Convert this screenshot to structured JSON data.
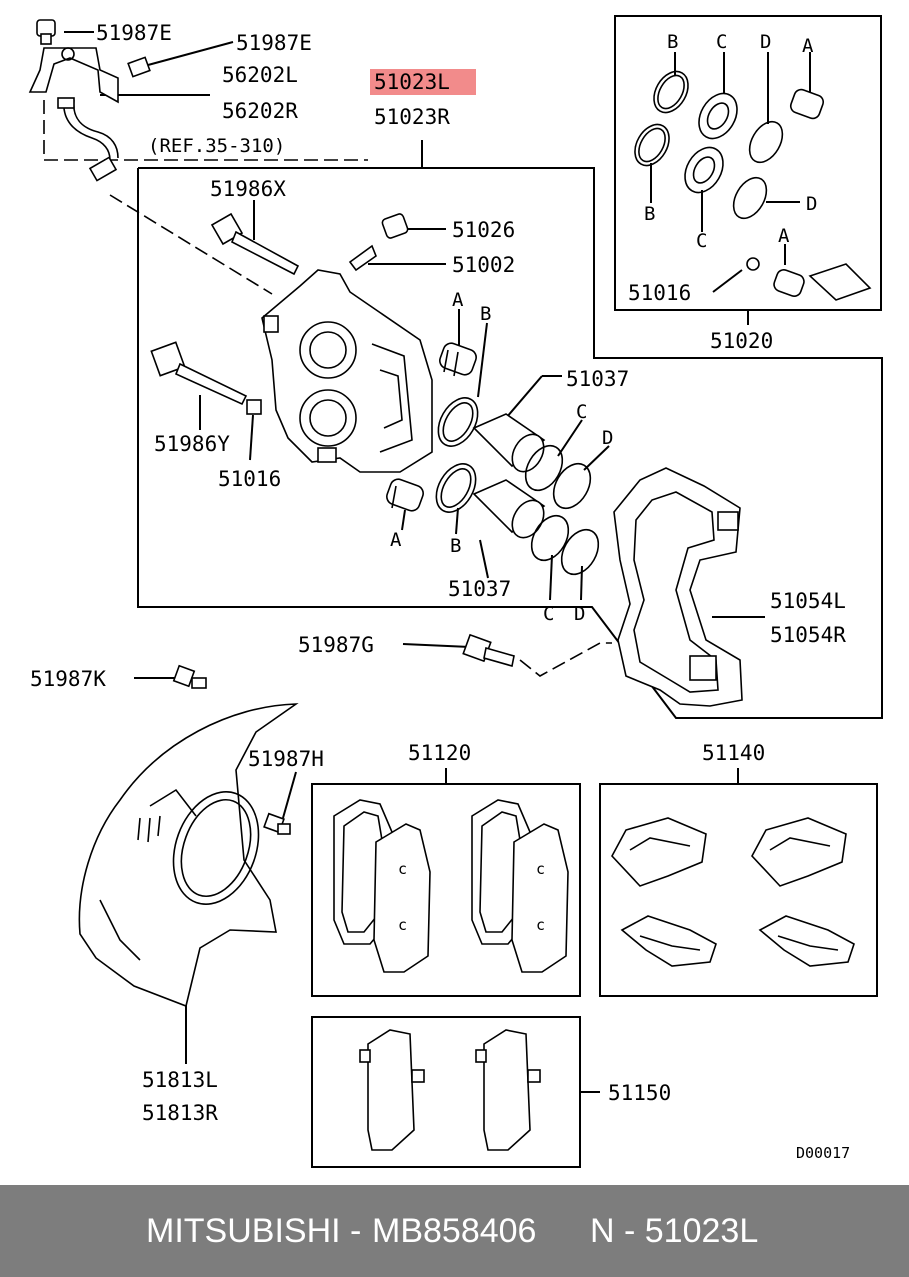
{
  "labels": {
    "p51987E_a": "51987E",
    "p51987E_b": "51987E",
    "p56202L": "56202L",
    "p56202R": "56202R",
    "p51023L": "51023L",
    "p51023R": "51023R",
    "ref": "(REF.35-310)",
    "p51986X": "51986X",
    "p51026": "51026",
    "p51002": "51002",
    "p51986Y": "51986Y",
    "p51016_main": "51016",
    "p51037_top": "51037",
    "p51037_bot": "51037",
    "p51054L": "51054L",
    "p51054R": "51054R",
    "p51987G": "51987G",
    "p51987K": "51987K",
    "p51987H": "51987H",
    "p51120": "51120",
    "p51140": "51140",
    "p51813L": "51813L",
    "p51813R": "51813R",
    "p51150": "51150",
    "p51020": "51020",
    "p51016_kit": "51016",
    "diagram_code": "D00017",
    "kit_A1": "A",
    "kit_B1": "B",
    "kit_C1": "C",
    "kit_D1": "D",
    "kit_B2": "B",
    "kit_D2": "D",
    "kit_C2": "C",
    "kit_A2": "A",
    "main_A1": "A",
    "main_B1": "B",
    "main_C1": "C",
    "main_D1": "D",
    "main_A2": "A",
    "main_B2": "B",
    "main_C2": "C",
    "main_D2": "D"
  },
  "highlight_color": "#f28b8b",
  "footer": {
    "brand": "MITSUBISHI",
    "part_number": "MB858406",
    "ref_number": "N - 51023L"
  }
}
